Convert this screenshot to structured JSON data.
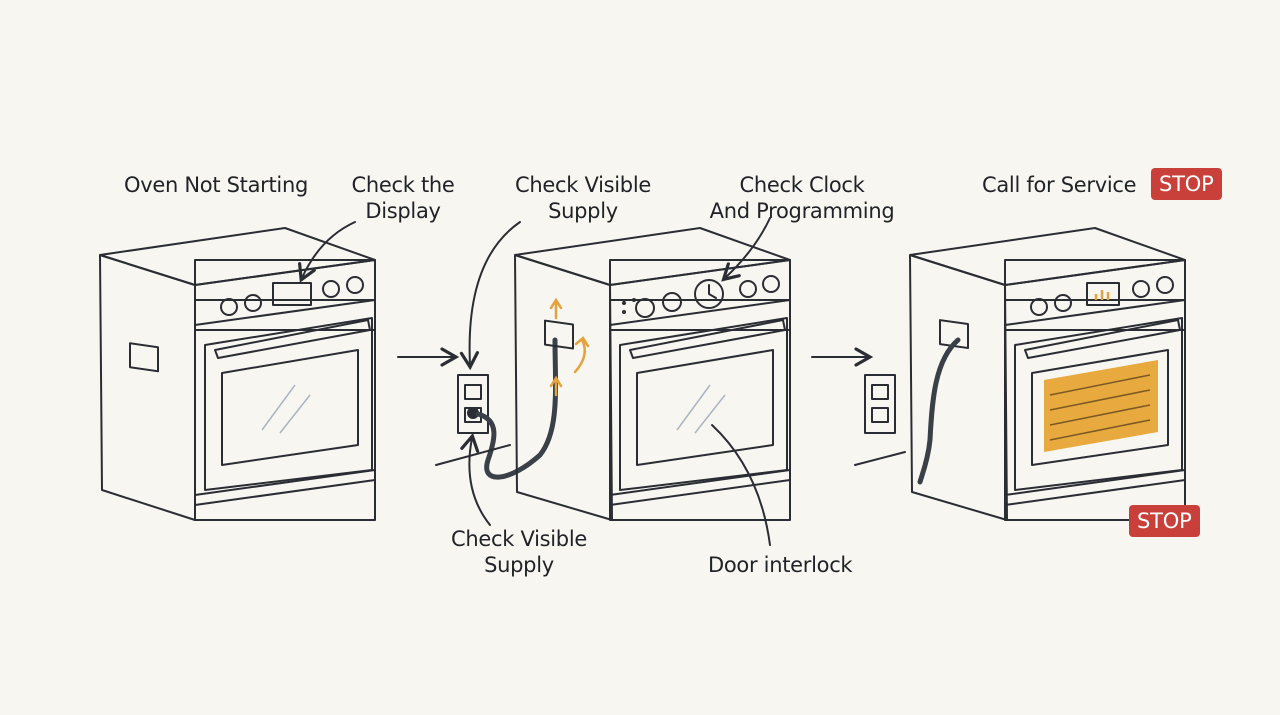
{
  "labels": {
    "oven_not_starting": "Oven Not Starting",
    "check_display": [
      "Check the",
      "Display"
    ],
    "check_visible_supply_top": [
      "Check Visible",
      "Supply"
    ],
    "check_clock": [
      "Check Clock",
      "And Programming"
    ],
    "call_for_service": "Call for Service",
    "check_visible_supply_bottom": [
      "Check Visible",
      "Supply"
    ],
    "door_interlock": "Door interlock"
  },
  "badges": {
    "stop_top": "STOP",
    "stop_bottom": "STOP"
  },
  "colors": {
    "background": "#f8f6f0",
    "oven_body": "#d5dce4",
    "oven_front": "#eef1f4",
    "oven_side": "#c3ccd6",
    "window": "#5f6f82",
    "window_lit": "#e8a93e",
    "stop_red": "#c9403a",
    "accent_orange": "#e6a23c",
    "ink": "#2a2d33"
  }
}
